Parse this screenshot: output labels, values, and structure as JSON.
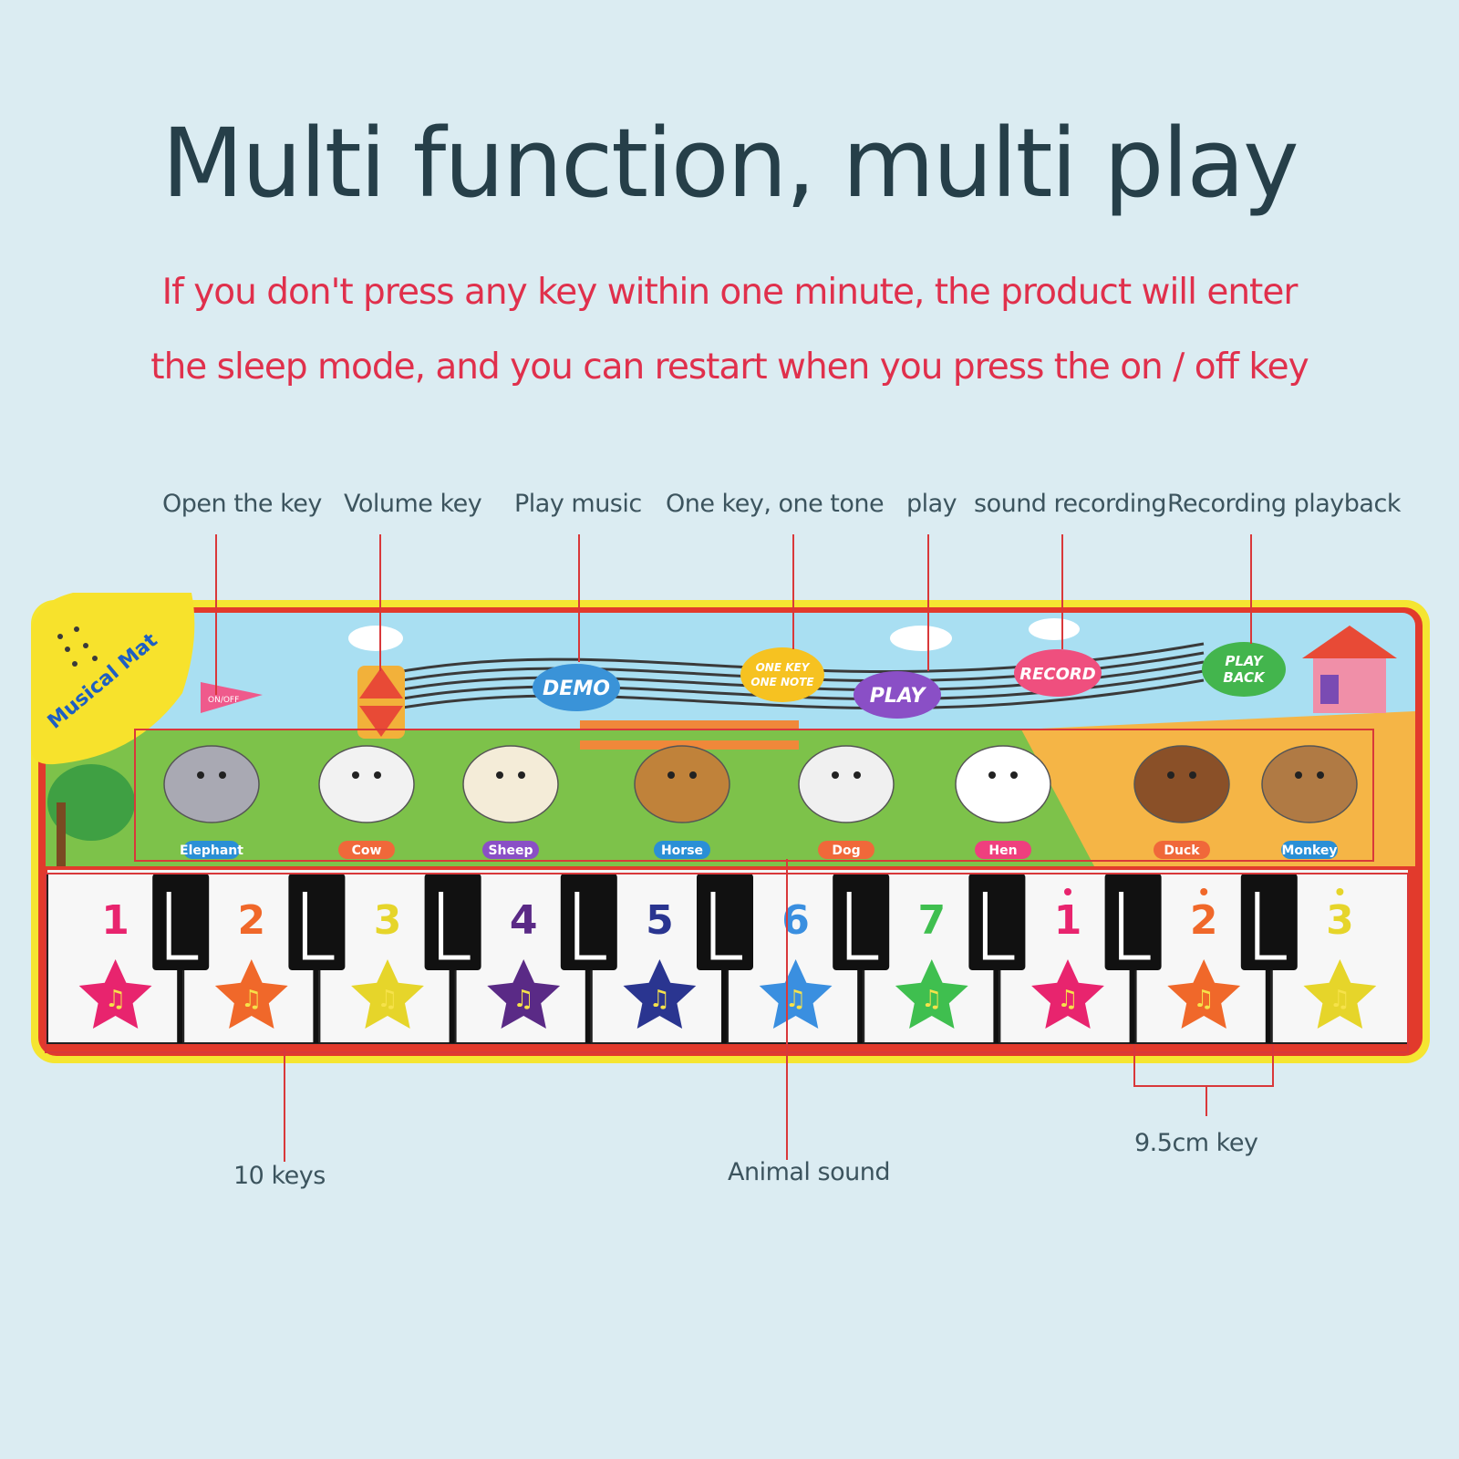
{
  "title": "Multi function, multi play",
  "note": {
    "line1": "If you don't press any key within one minute, the product will enter",
    "line2": "the sleep mode, and you can restart when you press the on / off key"
  },
  "callouts": {
    "open_key": "Open the key",
    "volume_key": "Volume key",
    "play_music": "Play music",
    "one_key_one_tone": "One key, one tone",
    "play": "play",
    "sound_recording": "sound recording",
    "recording_playback": "Recording playback",
    "ten_keys": "10 keys",
    "animal_sound": "Animal sound",
    "key_size": "9.5cm key"
  },
  "mat": {
    "brand": "Musical Mat",
    "on_off": "ON/OFF",
    "buttons": {
      "demo": "DEMO",
      "one_key_1": "ONE KEY",
      "one_key_2": "ONE NOTE",
      "play": "PLAY",
      "record": "RECORD",
      "playback_1": "PLAY",
      "playback_2": "BACK"
    },
    "animals": [
      "Elephant",
      "Cow",
      "Sheep",
      "Horse",
      "Dog",
      "Hen",
      "Duck",
      "Monkey"
    ],
    "keys": [
      "1",
      "2",
      "3",
      "4",
      "5",
      "6",
      "7",
      "1",
      "2",
      "3"
    ],
    "key_colors": [
      "#e8246e",
      "#f0682a",
      "#e6d52a",
      "#5a2a86",
      "#2a3590",
      "#3a8fe0",
      "#3fbf4f",
      "#e8246e",
      "#f0682a",
      "#e6d52a"
    ]
  }
}
